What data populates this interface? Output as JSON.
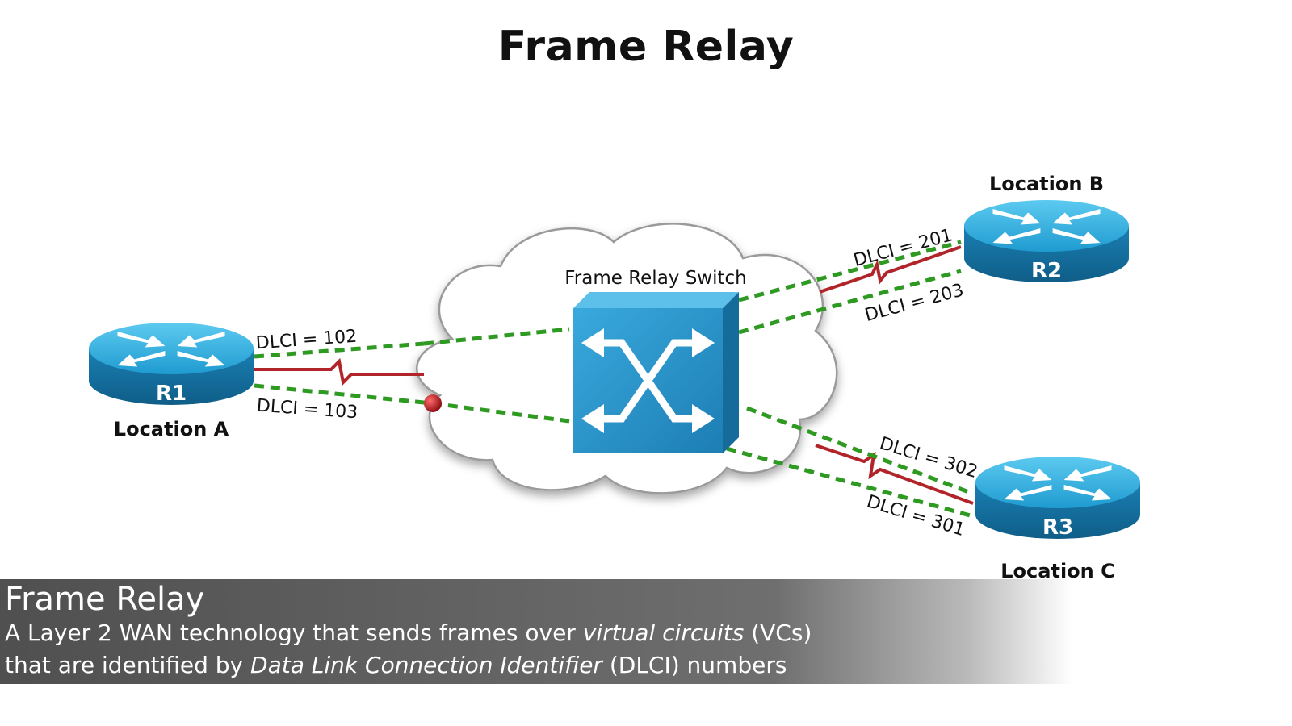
{
  "title": "Frame Relay",
  "switch_label": "Frame Relay Switch",
  "routers": [
    {
      "name": "R1",
      "location": "Location A"
    },
    {
      "name": "R2",
      "location": "Location B"
    },
    {
      "name": "R3",
      "location": "Location C"
    }
  ],
  "dlci": {
    "r1_to_r2": "DLCI = 102",
    "r1_to_r3": "DLCI = 103",
    "r2_to_r1": "DLCI = 201",
    "r2_to_r3": "DLCI = 203",
    "r3_to_r2": "DLCI = 302",
    "r3_to_r1": "DLCI = 301"
  },
  "caption": {
    "title": "Frame Relay",
    "line1_a": "A Layer 2 WAN technology that sends frames over ",
    "line1_em": "virtual circuits",
    "line1_b": " (VCs)",
    "line2_a": "that are identified by ",
    "line2_em": "Data Link Connection Identifier",
    "line2_b": " (DLCI) numbers"
  },
  "colors": {
    "router": "#29a3d6",
    "switch": "#2a8fc7",
    "physical_link": "#b1242a",
    "virtual_circuit": "#2f9a22",
    "frame_dot": "#c0141b"
  },
  "icons": [
    "router-icon",
    "switch-icon",
    "cloud-shape",
    "frame-dot"
  ]
}
